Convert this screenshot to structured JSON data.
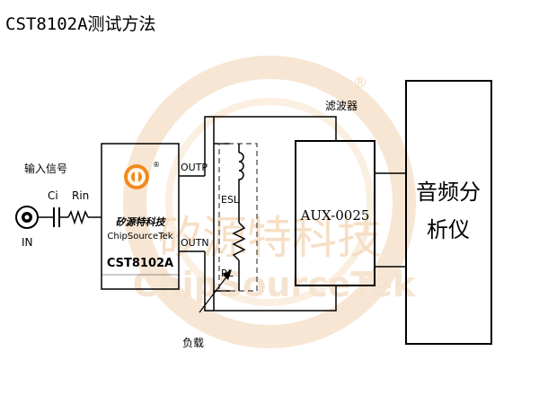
{
  "title": "CST8102A测试方法",
  "input": {
    "group_label": "输入信号",
    "cap_label": "Ci",
    "res_label": "Rin",
    "port_label": "IN"
  },
  "chip": {
    "brand_cn": "矽源特科技",
    "brand_en": "ChipSourceTek",
    "registered": "®",
    "model": "CST8102A",
    "out_p": "OUTP",
    "out_n": "OUTN"
  },
  "load": {
    "esl_label": "ESL",
    "rl_label": "RL",
    "caption": "负载"
  },
  "filter": {
    "caption": "滤波器",
    "registered": "®",
    "model": "AUX-0025"
  },
  "analyzer": {
    "line1": "音频分",
    "line2": "析仪"
  },
  "watermark": {
    "cn": "矽源特科技",
    "en": "ChipSourceTek"
  },
  "colors": {
    "line": "#000000",
    "logo_orange": "#f08a1c",
    "watermark": "#f6dcc0",
    "load_box": "#444444"
  }
}
